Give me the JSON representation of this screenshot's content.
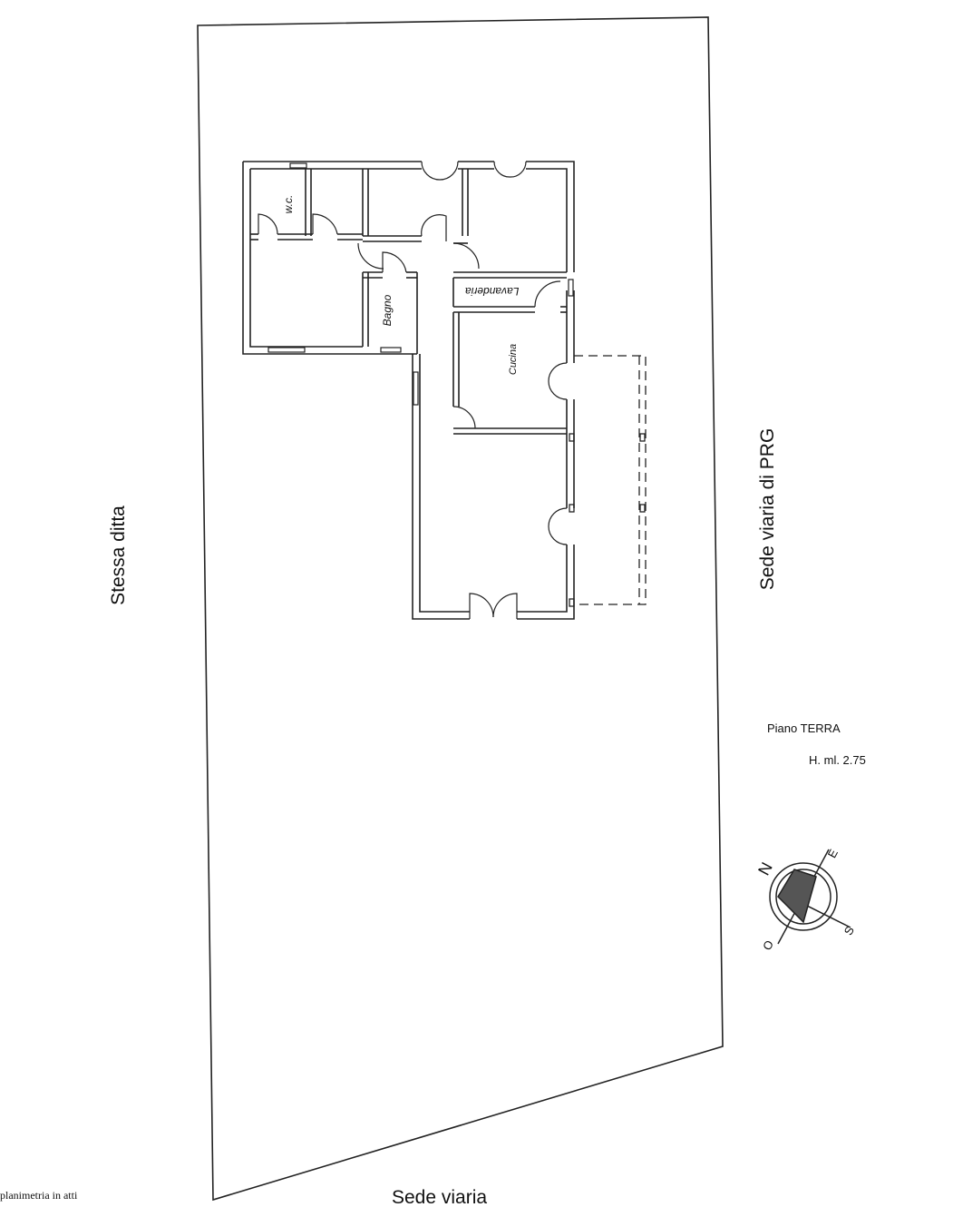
{
  "boundaries": {
    "left": "Stessa ditta",
    "right": "Sede viaria di PRG",
    "bottom": "Sede viaria"
  },
  "rooms": {
    "wc": "w.c.",
    "bagno": "Bagno",
    "lavanderia": "Lavanderia",
    "cucina": "Cucina"
  },
  "floor": {
    "name": "Piano TERRA",
    "height": "H. ml. 2.75"
  },
  "compass": {
    "n": "N",
    "e": "E",
    "s": "S",
    "o": "O"
  },
  "footer_note": "planimetria in atti"
}
